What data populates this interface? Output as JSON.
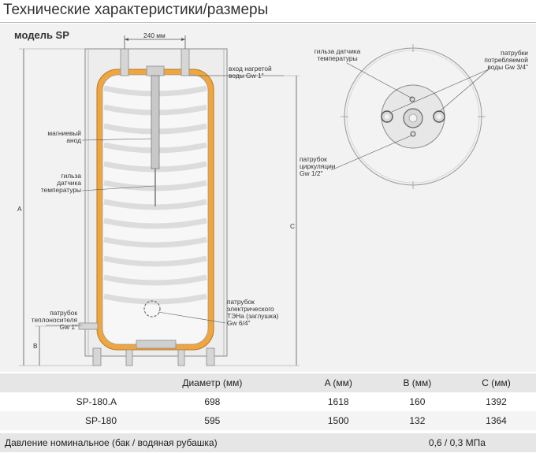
{
  "title": "Технические характеристики/размеры",
  "model_label": "модель SP",
  "diagram": {
    "top_dimension": "240 мм",
    "labels": {
      "hot_water_inlet": [
        "вход нагретой",
        "воды Gw 1\""
      ],
      "anode": [
        "магниевый",
        "анод"
      ],
      "sensor_left": [
        "гильза",
        "датчика",
        "температуры"
      ],
      "heater_inlet": [
        "патрубок",
        "теплоносителя",
        "Gw 1\""
      ],
      "electric_heater": [
        "патрубок",
        "электрического",
        "ТЭНа (заглушка)",
        "Gw 6/4\""
      ],
      "sensor_top": [
        "гильза датчика",
        "температуры"
      ],
      "outlet": [
        "патрубки",
        "потребляемой",
        "воды Gw 3/4\""
      ],
      "circulation": [
        "патрубок",
        "циркуляции",
        "Gw 1/2\""
      ]
    },
    "dims": {
      "a": "A",
      "b": "B",
      "c": "C"
    }
  },
  "table": {
    "headers": [
      "",
      "Диаметр (мм)",
      "A (мм)",
      "B (мм)",
      "C (мм)"
    ],
    "rows": [
      [
        "SP-180.A",
        "698",
        "1618",
        "160",
        "1392"
      ],
      [
        "SP-180",
        "595",
        "1500",
        "132",
        "1364"
      ]
    ],
    "pressure_label": "Давление номинальное (бак / водяная рубашка)",
    "pressure_value": "0,6 / 0,3 МПа"
  }
}
